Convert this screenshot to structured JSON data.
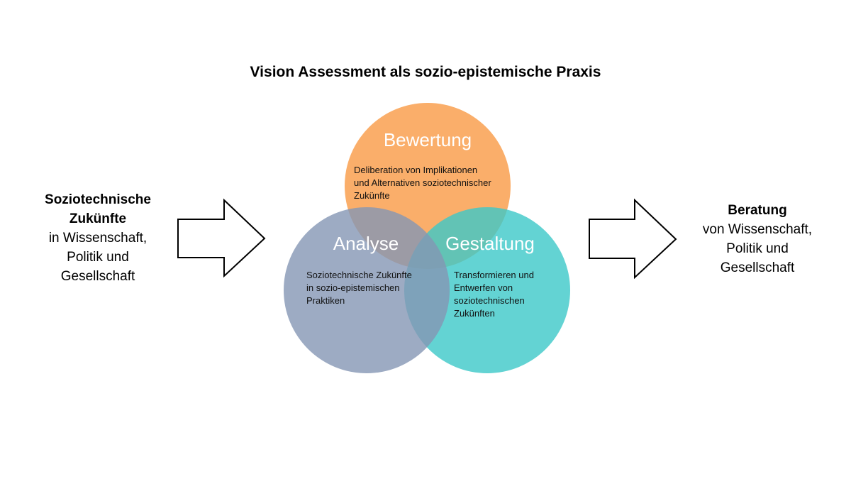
{
  "title": "Vision Assessment als sozio-epistemische Praxis",
  "left": {
    "heading_lines": [
      "Soziotechnische",
      "Zukünfte"
    ],
    "body_lines": [
      "in Wissenschaft,",
      "Politik und",
      "Gesellschaft"
    ]
  },
  "right": {
    "heading_lines": [
      "Beratung"
    ],
    "body_lines": [
      "von Wissenschaft,",
      "Politik und",
      "Gesellschaft"
    ]
  },
  "circles": {
    "bewertung": {
      "title": "Bewertung",
      "desc_lines": [
        "Deliberation von Implikationen",
        "und Alternativen soziotechnischer",
        "Zukünfte"
      ],
      "color": "#F9A55A"
    },
    "analyse": {
      "title": "Analyse",
      "desc_lines": [
        "Soziotechnische Zukünfte",
        "in sozio-epistemischen",
        "Praktiken"
      ],
      "color": "#8496B4"
    },
    "gestaltung": {
      "title": "Gestaltung",
      "desc_lines": [
        "Transformieren und",
        "Entwerfen von",
        "soziotechnischen",
        "Zukünften"
      ],
      "color": "#3CC8C8"
    }
  }
}
